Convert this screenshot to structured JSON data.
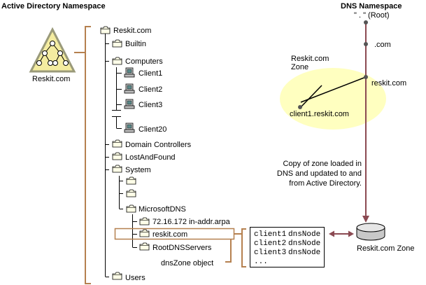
{
  "headings": {
    "ad_namespace": "Active Directory Namespace",
    "dns_namespace": "DNS Namespace",
    "dns_root": "\" . \" (Root)"
  },
  "domain_icon_label": "Reskit.com",
  "tree": {
    "root": "Reskit.com",
    "builtin": "Builtin",
    "computers": "Computers",
    "clients": [
      "Client1",
      "Client2",
      "Client3",
      "Client20"
    ],
    "domain_controllers": "Domain Controllers",
    "lost_and_found": "LostAndFound",
    "system": "System",
    "microsoft_dns": "MicrosoftDNS",
    "reverse_zone": "72.16.172 in-addr.arpa",
    "reskit_zone": "reskit.com",
    "root_dns_servers": "RootDNSServers",
    "users": "Users"
  },
  "dnszone_label": "dnsZone object",
  "dns_nodes": [
    {
      "name": "client1",
      "type": "dnsNode"
    },
    {
      "name": "client2",
      "type": "dnsNode"
    },
    {
      "name": "client3",
      "type": "dnsNode"
    },
    {
      "name": "...",
      "type": ""
    }
  ],
  "dns_tree": {
    "com": ".com",
    "reskit": "reskit.com",
    "client": "client1.reskit.com",
    "zone_label_1": "Reskit.com",
    "zone_label_2": "Zone"
  },
  "copy_text": [
    "Copy of zone loaded in",
    "DNS and updated to and",
    "from Active Directory."
  ],
  "zone_db_label": "Reskit.com Zone",
  "colors": {
    "connector": "#b5804f",
    "dns_line": "#8b4a52",
    "zone_fill": "#ffffc0",
    "icon_fill": "#f4eca0"
  }
}
